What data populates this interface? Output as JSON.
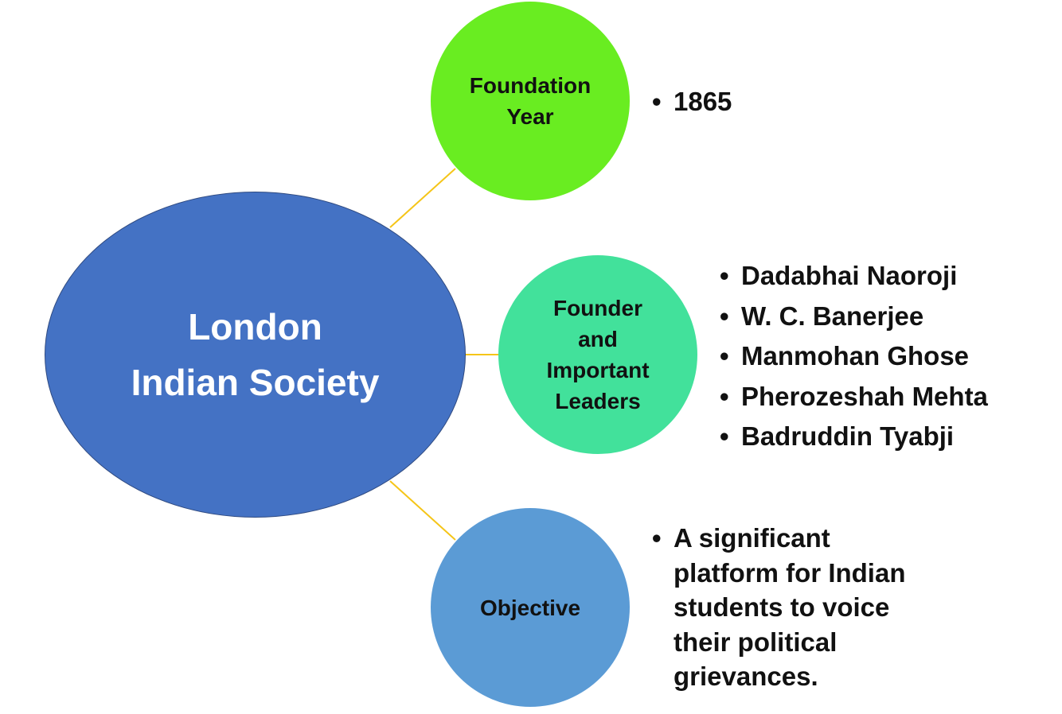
{
  "center": {
    "line1": "London",
    "line2": "Indian Society",
    "color": "#4472C4"
  },
  "branches": [
    {
      "title_lines": [
        "Foundation",
        "Year"
      ],
      "color": "#69ED21",
      "bullets": [
        "1865"
      ]
    },
    {
      "title_lines": [
        "Founder",
        "and",
        "Important",
        "Leaders"
      ],
      "color": "#42E19B",
      "bullets": [
        "Dadabhai Naoroji",
        "W. C. Banerjee",
        "Manmohan Ghose",
        "Pherozeshah Mehta",
        "Badruddin Tyabji"
      ]
    },
    {
      "title_lines": [
        "Objective"
      ],
      "color": "#5B9BD5",
      "bullets": [
        "A significant platform for Indian students to voice their political grievances."
      ]
    }
  ],
  "connector_color": "#F5C518"
}
